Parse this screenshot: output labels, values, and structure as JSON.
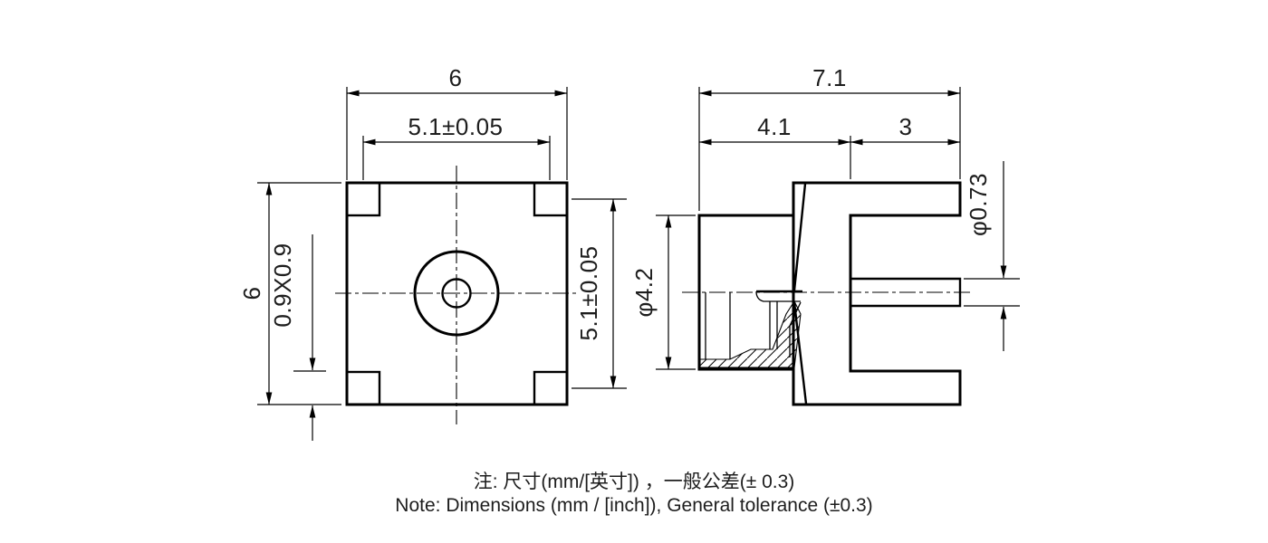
{
  "drawing": {
    "type": "engineering-drawing",
    "part": "edge-mount coaxial connector, two orthographic views",
    "colors": {
      "background": "#ffffff",
      "line": "#000000",
      "text": "#1d1d1d"
    }
  },
  "dims": {
    "front_width": "6",
    "front_pad_pitch": "5.1±0.05",
    "front_height": "6",
    "front_pad_size": "0.9X0.9",
    "front_pad_pitch_v": "5.1±0.05",
    "side_total_length": "7.1",
    "side_body_length": "4.1",
    "side_leg_length": "3",
    "side_flange_diameter": "φ4.2",
    "side_pin_diameter": "φ0.73"
  },
  "notes": {
    "line1": "注: 尺寸(mm/[英寸]) ，一般公差(± 0.3)",
    "line2": "Note: Dimensions (mm / [inch]), General tolerance (±0.3)"
  }
}
